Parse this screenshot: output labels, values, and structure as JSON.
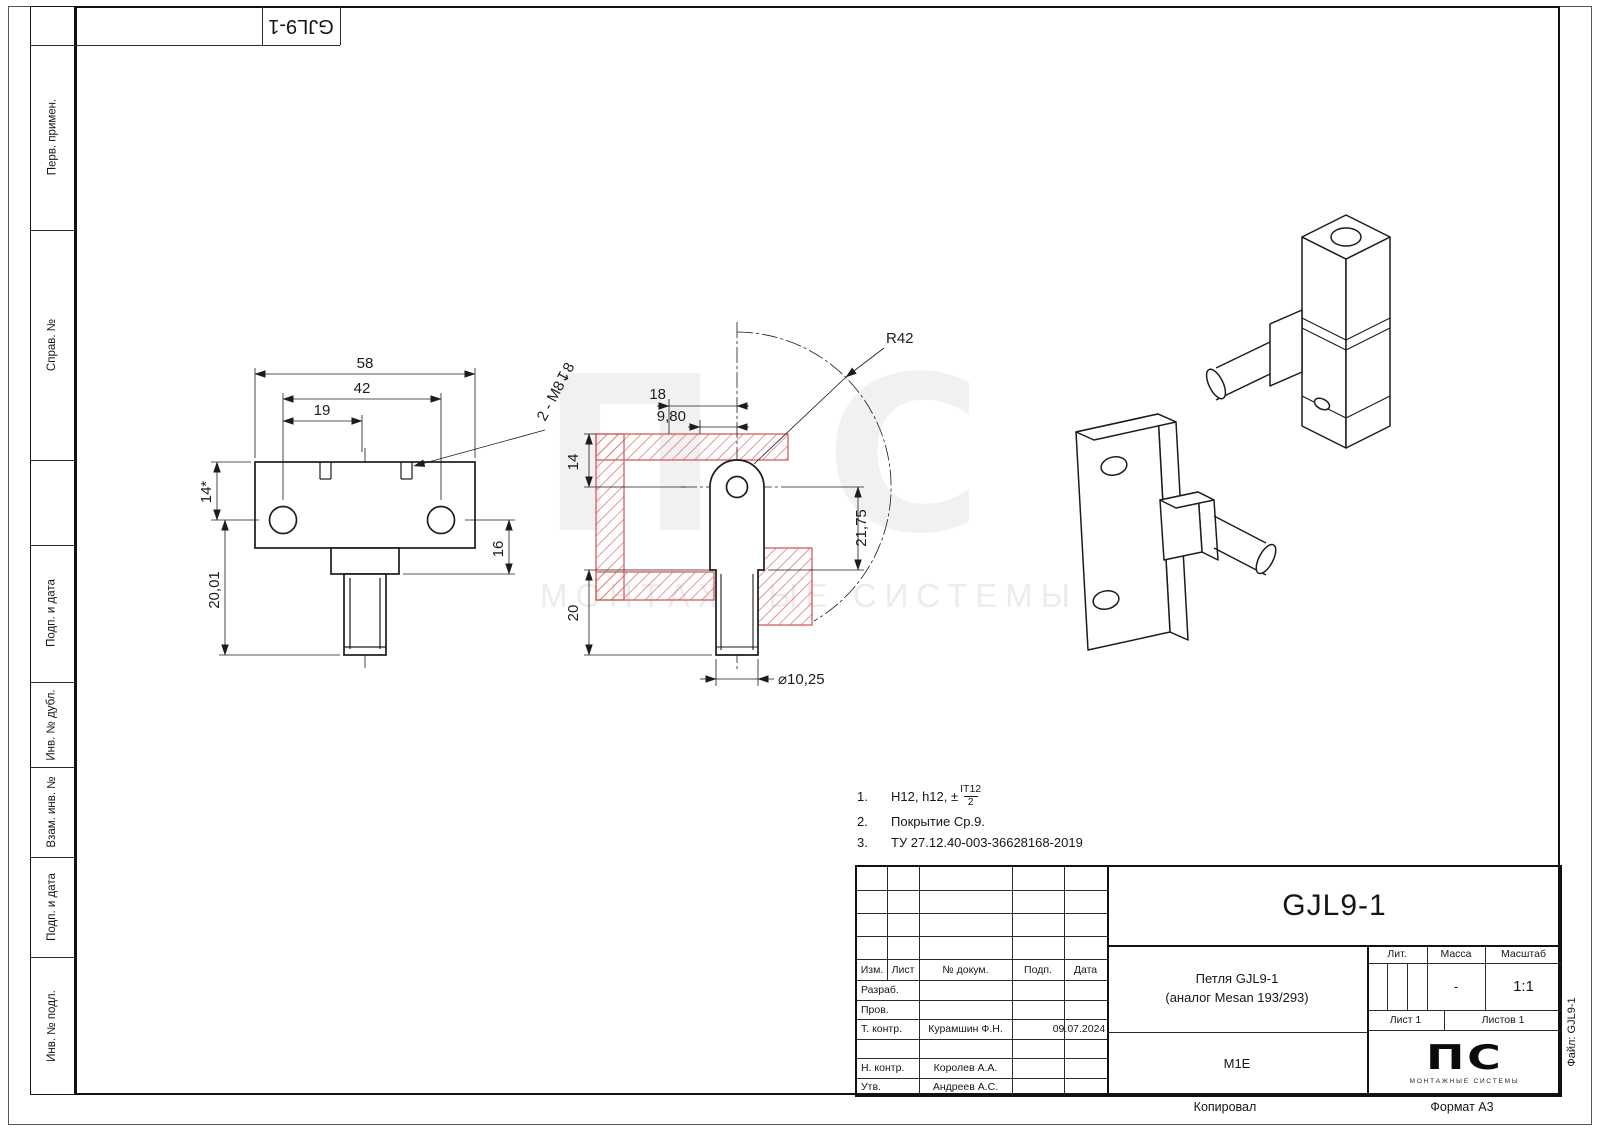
{
  "doc": {
    "designation": "GJL9-1",
    "designation_rotated": "GJL9-1",
    "file_label": "Файл: GJL9-1",
    "copied_label": "Копировал",
    "format_label": "Формат А3"
  },
  "stamps": {
    "perv_primen": "Перв. примен.",
    "sprav_no": "Справ. №",
    "podp_data_1": "Подп. и дата",
    "inv_no_dubl": "Инв. № дубл.",
    "vzam_inv_no": "Взам. инв. №",
    "podp_data_2": "Подп. и дата",
    "inv_no_podl": "Инв. № подл."
  },
  "views": {
    "front": {
      "dim_58": "58",
      "dim_42": "42",
      "dim_19": "19",
      "dim_14": "14*",
      "dim_20": "20,01",
      "dim_16": "16",
      "thread_callout": "2 - M8↧8"
    },
    "section": {
      "dim_18": "18",
      "dim_9_80": "9,80",
      "radius": "R42",
      "dim_14": "14",
      "dim_20": "20",
      "dim_21_75": "21,75",
      "diameter": "⌀10,25"
    }
  },
  "notes": {
    "n1_no": "1.",
    "n1_text": "H12, h12, ±",
    "n1_frac_top": "IT12",
    "n1_frac_bot": "2",
    "n2_no": "2.",
    "n2_text": "Покрытие Ср.9.",
    "n3_no": "3.",
    "n3_text": "ТУ 27.12.40-003-36628168-2019"
  },
  "title_block": {
    "headers": {
      "izm": "Изм.",
      "list": "Лист",
      "dokum": "№ докум.",
      "podp": "Подп.",
      "data": "Дата"
    },
    "rows": {
      "razrab_label": "Разраб.",
      "prov_label": "Пров.",
      "tkontr_label": "Т. контр.",
      "tkontr_name": "Курамшин Ф.Н.",
      "tkontr_date": "09.07.2024",
      "nkontr_label": "Н. контр.",
      "nkontr_name": "Королев А.А.",
      "utv_label": "Утв.",
      "utv_name": "Андреев А.С."
    },
    "designation": "GJL9-1",
    "title_line1": "Петля GJL9-1",
    "title_line2": "(аналог Mesan 193/293)",
    "lit_label": "Лит.",
    "massa_label": "Масса",
    "masshtab_label": "Масштаб",
    "massa_value": "-",
    "masshtab_value": "1:1",
    "list_value": "Лист 1",
    "listov_value": "Листов 1",
    "material": "М1Е",
    "logo_text": "ПС",
    "logo_subtitle": "МОНТАЖНЫЕ СИСТЕМЫ"
  },
  "watermark": {
    "letters": "ПС",
    "subtitle": "МОНТАЖНЫЕ СИСТЕМЫ"
  },
  "colors": {
    "line": "#1c1c1c",
    "red": "#d85c5c",
    "watermark": "#f1f1f1"
  }
}
